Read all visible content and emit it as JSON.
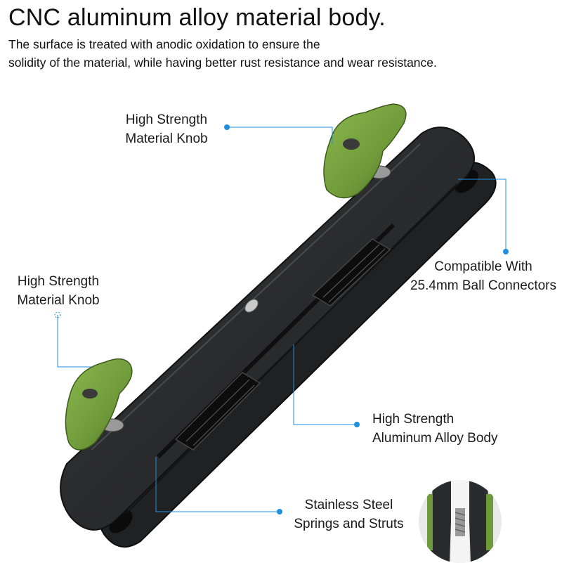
{
  "title": "CNC aluminum alloy material body.",
  "description": {
    "line1": "The surface is treated with  anodic oxidation to ensure the",
    "line2": "solidity of the material, while having better rust resistance and wear resistance."
  },
  "callouts": {
    "knob_top": {
      "line1": "High Strength",
      "line2": "Material Knob"
    },
    "knob_left": {
      "line1": "High Strength",
      "line2": "Material Knob"
    },
    "compatible": {
      "line1": "Compatible With",
      "line2": "25.4mm Ball Connectors"
    },
    "body": {
      "line1": "High Strength",
      "line2": "Aluminum Alloy Body"
    },
    "springs": {
      "line1": "Stainless Steel",
      "line2": "Springs and Struts"
    }
  },
  "colors": {
    "accent_blue": "#1f8fe0",
    "knob_green": "#6f9a3a",
    "body_black": "#2a2b2d"
  },
  "icons": [
    "callout-dot-icon"
  ]
}
